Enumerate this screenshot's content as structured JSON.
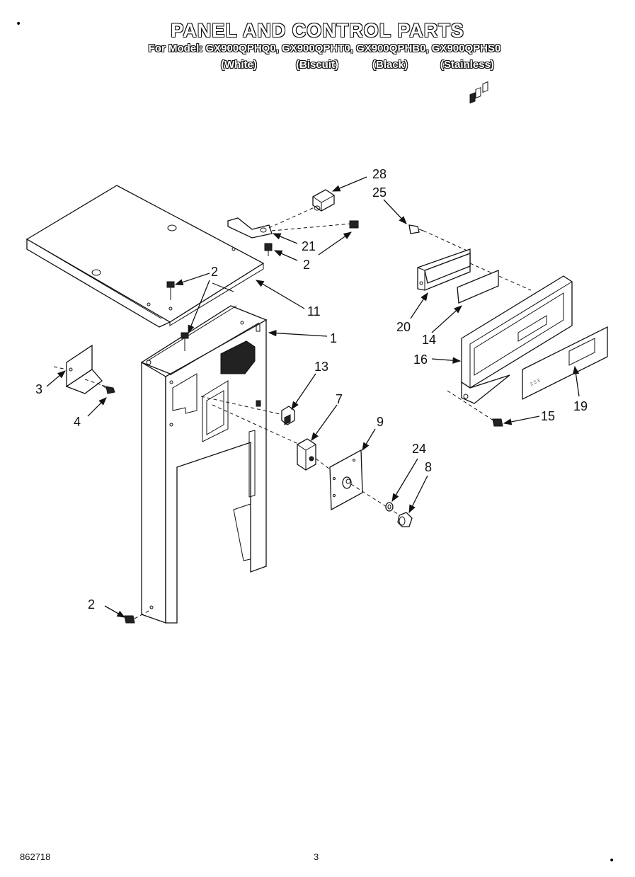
{
  "header": {
    "title": "PANEL AND CONTROL PARTS",
    "subtitle": "For Model: GX900QPHQ0, GX900QPHT0, GX900QPHB0, GX900QPHS0",
    "variants": [
      "(White)",
      "(Biscuit)",
      "(Black)",
      "(Stainless)"
    ]
  },
  "callouts": [
    {
      "id": "c28",
      "label": "28"
    },
    {
      "id": "c25",
      "label": "25"
    },
    {
      "id": "c21",
      "label": "21"
    },
    {
      "id": "c2a",
      "label": "2"
    },
    {
      "id": "c2b",
      "label": "2"
    },
    {
      "id": "c11",
      "label": "11"
    },
    {
      "id": "c1",
      "label": "1"
    },
    {
      "id": "c20",
      "label": "20"
    },
    {
      "id": "c14",
      "label": "14"
    },
    {
      "id": "c16",
      "label": "16"
    },
    {
      "id": "c3",
      "label": "3"
    },
    {
      "id": "c4",
      "label": "4"
    },
    {
      "id": "c13",
      "label": "13"
    },
    {
      "id": "c7",
      "label": "7"
    },
    {
      "id": "c9",
      "label": "9"
    },
    {
      "id": "c24",
      "label": "24"
    },
    {
      "id": "c8",
      "label": "8"
    },
    {
      "id": "c15",
      "label": "15"
    },
    {
      "id": "c19",
      "label": "19"
    },
    {
      "id": "c2c",
      "label": "2"
    }
  ],
  "footer": {
    "doc_number": "862718",
    "page_number": "3"
  }
}
